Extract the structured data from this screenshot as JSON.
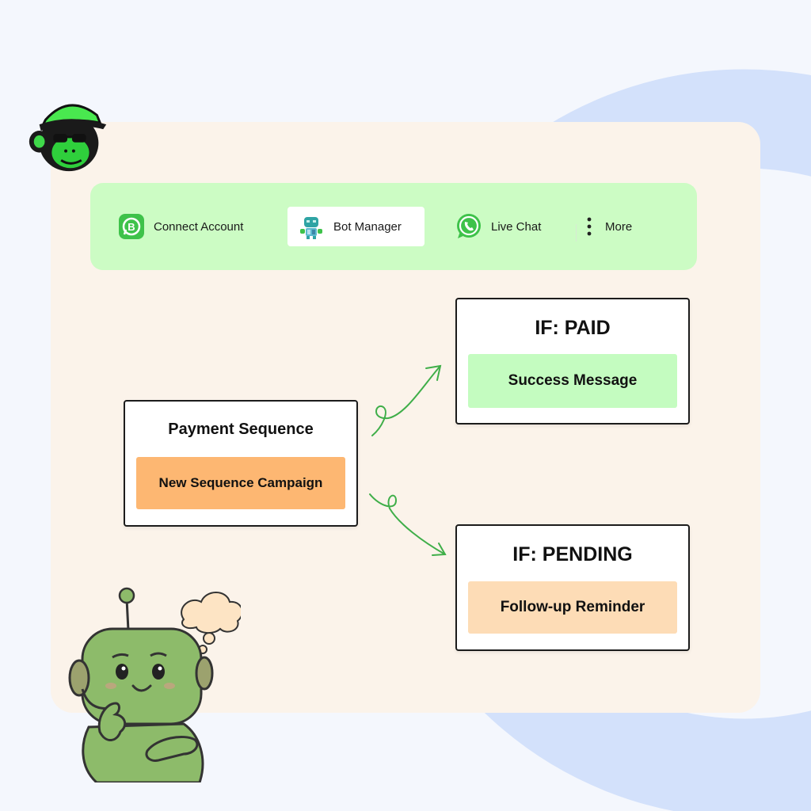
{
  "nav": {
    "items": [
      {
        "label": "Connect Account",
        "icon": "whatsapp-business-icon"
      },
      {
        "label": "Bot Manager",
        "icon": "robot-icon",
        "selected": true
      },
      {
        "label": "Live Chat",
        "icon": "whatsapp-icon"
      },
      {
        "label": "More",
        "icon": "more-vertical-icon"
      }
    ]
  },
  "flow": {
    "source": {
      "title": "Payment Sequence",
      "action": "New Sequence Campaign"
    },
    "paid": {
      "title": "IF: PAID",
      "action": "Success Message"
    },
    "pending": {
      "title": "IF: PENDING",
      "action": "Follow-up Reminder"
    }
  },
  "colors": {
    "nav_bg": "#ccfcc4",
    "card_bg": "#fbf3ea",
    "arrow": "#3fae49",
    "source_pill": "#fdb772",
    "paid_pill": "#c4fcc0",
    "pending_pill": "#fddcb6"
  }
}
